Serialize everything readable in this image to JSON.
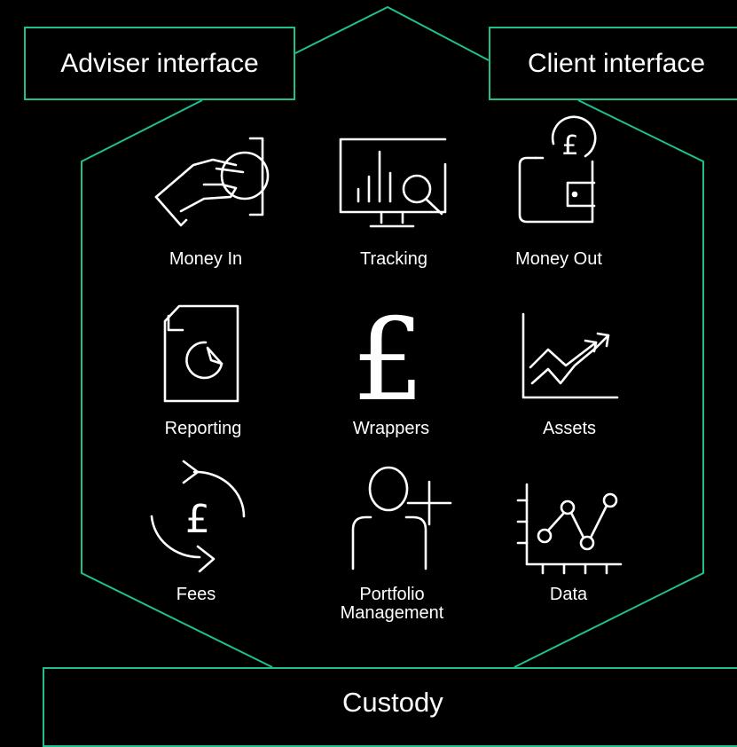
{
  "colors": {
    "accent": "#1fbf8f",
    "background": "#000000",
    "text": "#ffffff"
  },
  "interfaces": {
    "adviser": "Adviser interface",
    "client": "Client interface"
  },
  "custody": "Custody",
  "features": [
    {
      "label": "Money In",
      "icon": "hand-coin-icon"
    },
    {
      "label": "Tracking",
      "icon": "monitor-analytics-icon"
    },
    {
      "label": "Money Out",
      "icon": "wallet-pound-icon"
    },
    {
      "label": "Reporting",
      "icon": "document-pie-chart-icon"
    },
    {
      "label": "Wrappers",
      "icon": "pound-sign-icon"
    },
    {
      "label": "Assets",
      "icon": "trend-arrows-icon"
    },
    {
      "label": "Fees",
      "icon": "pound-cycle-arrows-icon"
    },
    {
      "label": "Portfolio",
      "label2": "Management",
      "icon": "person-plus-icon"
    },
    {
      "label": "Data",
      "icon": "line-chart-icon"
    }
  ]
}
